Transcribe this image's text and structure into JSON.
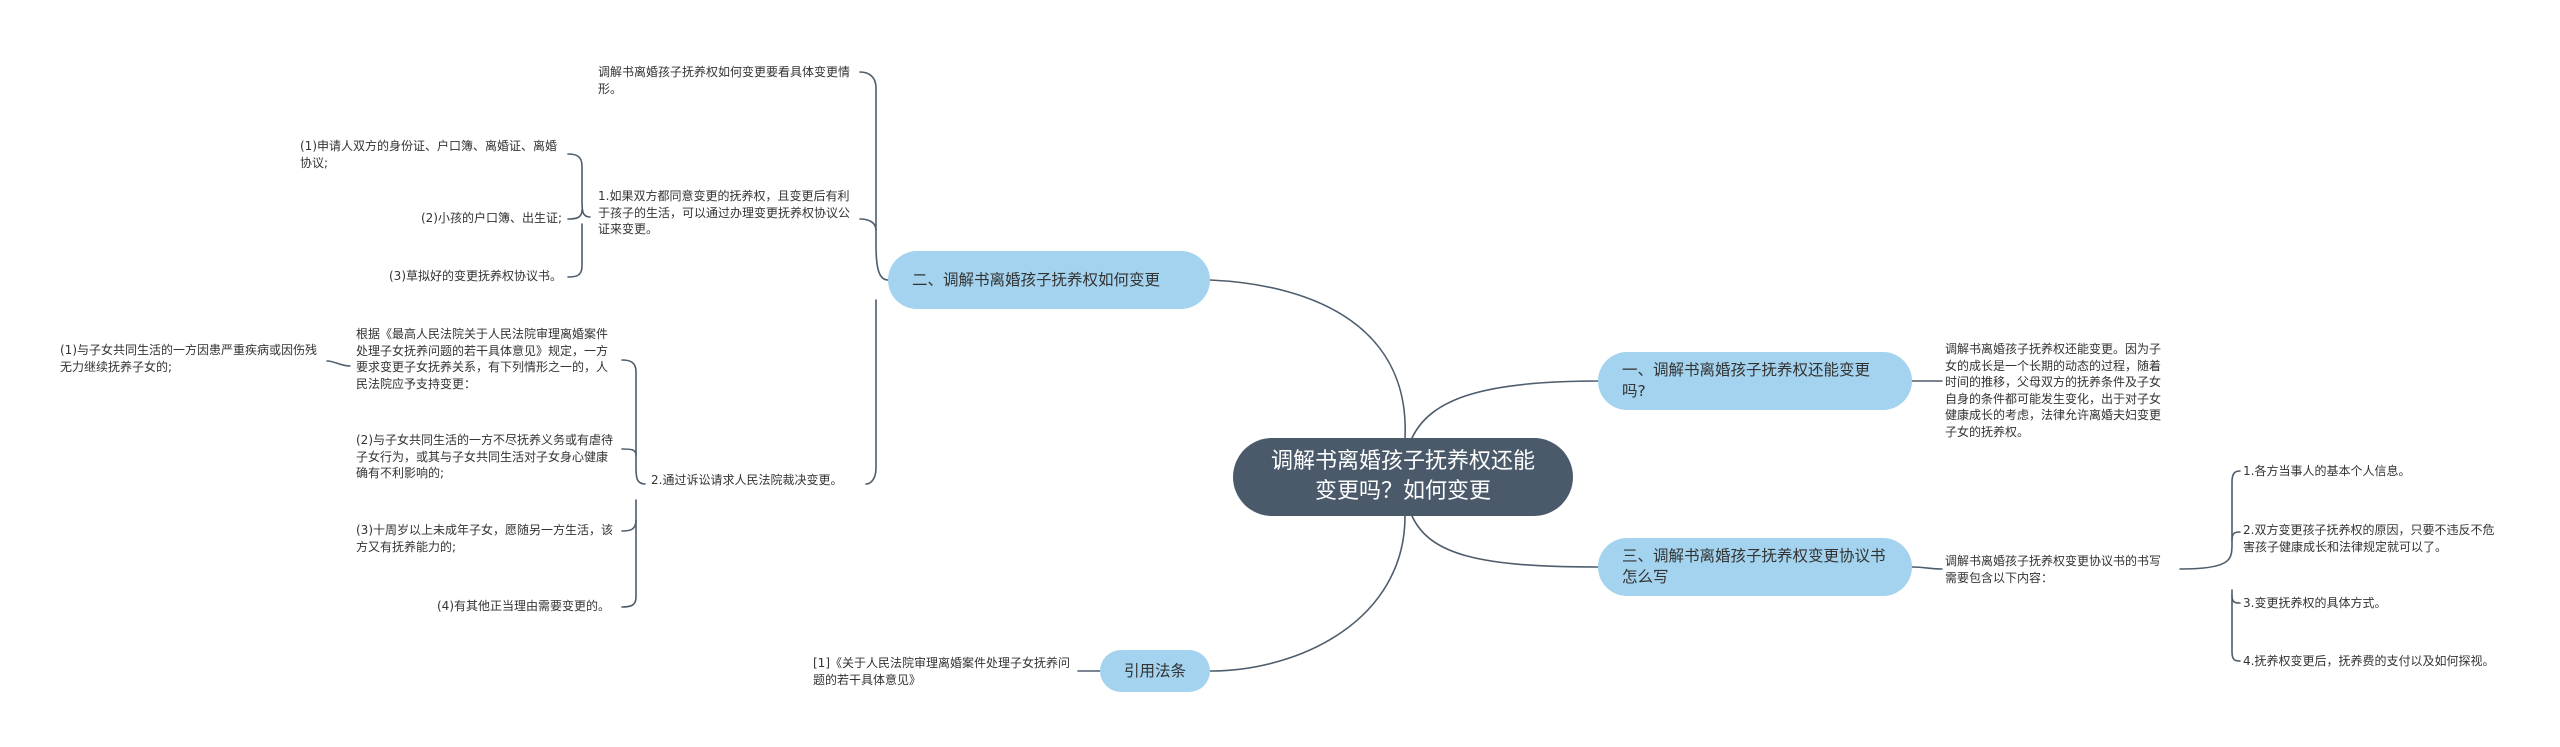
{
  "colors": {
    "root_bg": "#4a5a6a",
    "branch_bg": "#a3d3ee",
    "line": "#4e5d6c",
    "text": "#333333"
  },
  "root": {
    "label": "调解书离婚孩子抚养权还能变更吗？如何变更"
  },
  "branch1": {
    "label": "一、调解书离婚孩子抚养权还能变更吗?",
    "text": "调解书离婚孩子抚养权还能变更。因为子女的成长是一个长期的动态的过程，随着时间的推移，父母双方的抚养条件及子女自身的条件都可能发生变化，出于对子女健康成长的考虑，法律允许离婚夫妇变更子女的抚养权。"
  },
  "branch2": {
    "label": "二、调解书离婚孩子抚养权如何变更",
    "note": "调解书离婚孩子抚养权如何变更要看具体变更情形。",
    "item1": {
      "text": "1.如果双方都同意变更的抚养权，且变更后有利于孩子的生活，可以通过办理变更抚养权协议公证来变更。",
      "subs": [
        "(1)申请人双方的身份证、户口簿、离婚证、离婚协议;",
        "(2)小孩的户口簿、出生证;",
        "(3)草拟好的变更抚养权协议书。"
      ]
    },
    "item2": {
      "text": "2.通过诉讼请求人民法院裁决变更。",
      "basis": "根据《最高人民法院关于人民法院审理离婚案件处理子女抚养问题的若干具体意见》规定，一方要求变更子女抚养关系，有下列情形之一的，人民法院应予支持变更：",
      "subs": [
        "(2)与子女共同生活的一方不尽抚养义务或有虐待子女行为，或其与子女共同生活对子女身心健康确有不利影响的;",
        "(3)十周岁以上未成年子女，愿随另一方生活，该方又有抚养能力的;",
        "(4)有其他正当理由需要变更的。"
      ],
      "basis_sub": "(1)与子女共同生活的一方因患严重疾病或因伤残无力继续抚养子女的;"
    }
  },
  "branch3": {
    "label": "三、调解书离婚孩子抚养权变更协议书怎么写",
    "text": "调解书离婚孩子抚养权变更协议书的书写需要包含以下内容：",
    "items": [
      "1.各方当事人的基本个人信息。",
      "2.双方变更孩子抚养权的原因，只要不违反不危害孩子健康成长和法律规定就可以了。",
      "3.变更抚养权的具体方式。",
      "4.抚养权变更后，抚养费的支付以及如何探视。"
    ]
  },
  "branch4": {
    "label": "引用法条",
    "text": "[1]《关于人民法院审理离婚案件处理子女抚养问题的若干具体意见》"
  }
}
